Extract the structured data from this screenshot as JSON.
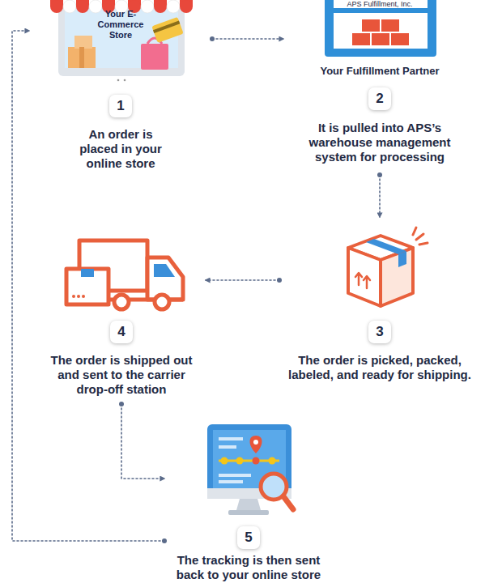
{
  "diagram": {
    "nodes": [
      {
        "text": [
          "Your E-Commerce Store",
          "1",
          "An order is placed in your online store"
        ]
      },
      {
        "text": [
          "APS Fulfillment, Inc.",
          "Your Fulfillment Partner",
          "2",
          "It is pulled into APS’s warehouse management system for processing"
        ]
      },
      {
        "text": [
          "3",
          "The order is picked, packed, labeled, and ready for shipping."
        ]
      },
      {
        "text": [
          "4",
          "The order is shipped out and sent to the carrier drop-off station"
        ]
      },
      {
        "text": [
          "5",
          "The tracking is then sent back to your online store"
        ]
      }
    ],
    "edges": [
      {
        "from": 0,
        "to": 1,
        "arrow": "to"
      },
      {
        "from": 1,
        "to": 2,
        "arrow": "to"
      },
      {
        "from": 2,
        "to": 3,
        "arrow": "to"
      },
      {
        "from": 3,
        "to": 4,
        "arrow": "to"
      },
      {
        "from": 4,
        "to": 0,
        "arrow": "to"
      }
    ]
  }
}
